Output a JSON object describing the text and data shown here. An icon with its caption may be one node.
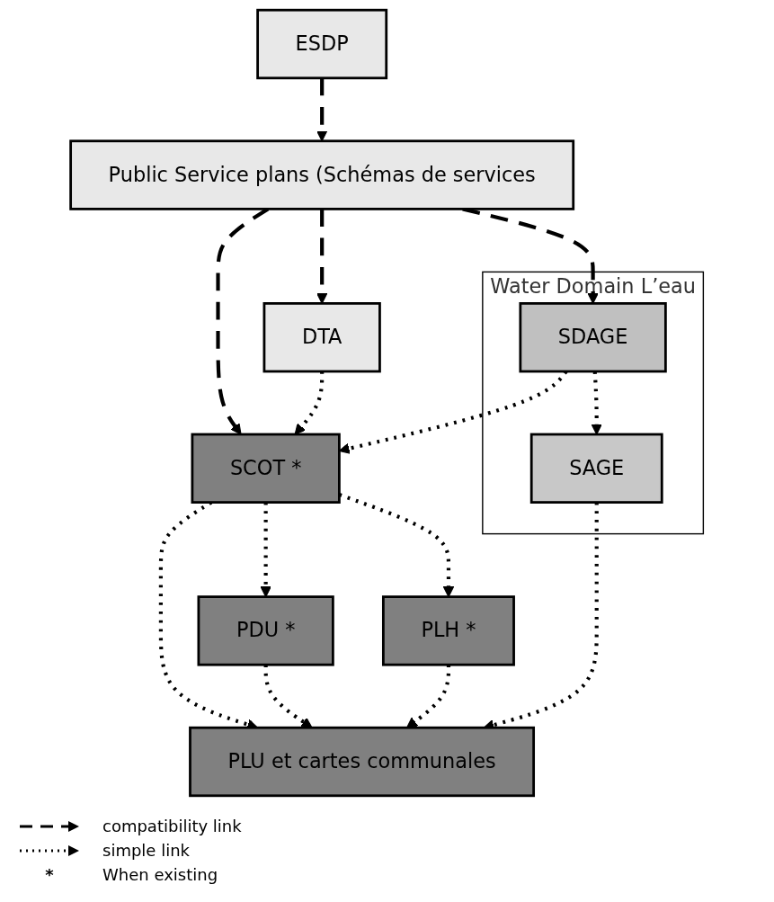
{
  "diagram": {
    "nodes": [
      {
        "text": [
          "ESDP"
        ]
      },
      {
        "text": [
          "Public Service plans (Schémas de services"
        ]
      },
      {
        "text": [
          "Water Domain L’eau"
        ]
      },
      {
        "text": [
          "DTA"
        ]
      },
      {
        "text": [
          "SDAGE"
        ],
        "in": 2
      },
      {
        "text": [
          "SCOT *"
        ]
      },
      {
        "text": [
          "PDU *"
        ]
      },
      {
        "text": [
          "PLH *"
        ]
      },
      {
        "text": [
          "SAGE"
        ],
        "in": 2
      },
      {
        "text": [
          "PLU et cartes communales"
        ]
      }
    ],
    "edges": [
      {
        "from": 0,
        "to": 1,
        "arrow": "to",
        "style": "dashed"
      },
      {
        "from": 1,
        "to": 4,
        "arrow": "to",
        "style": "dashed"
      },
      {
        "from": 1,
        "to": 3,
        "arrow": "to",
        "style": "dashed"
      },
      {
        "from": 1,
        "to": 5,
        "arrow": "to",
        "style": "dashed"
      },
      {
        "from": 3,
        "to": 5,
        "arrow": "to"
      },
      {
        "from": 4,
        "to": 5,
        "arrow": "to"
      },
      {
        "from": 4,
        "to": 8,
        "arrow": "to"
      },
      {
        "from": 5,
        "to": 6,
        "arrow": "to"
      },
      {
        "from": 5,
        "to": 9,
        "arrow": "to"
      },
      {
        "from": 5,
        "to": 7,
        "arrow": "to"
      },
      {
        "from": 6,
        "to": 9,
        "arrow": "to"
      },
      {
        "from": 7,
        "to": 9,
        "arrow": "to"
      },
      {
        "from": 8,
        "to": 9,
        "arrow": "to"
      }
    ],
    "labels": [
      "*"
    ],
    "legend": [
      {
        "text": "compatibility link"
      },
      {
        "text": "simple link"
      },
      {
        "text": "When existing"
      }
    ]
  }
}
